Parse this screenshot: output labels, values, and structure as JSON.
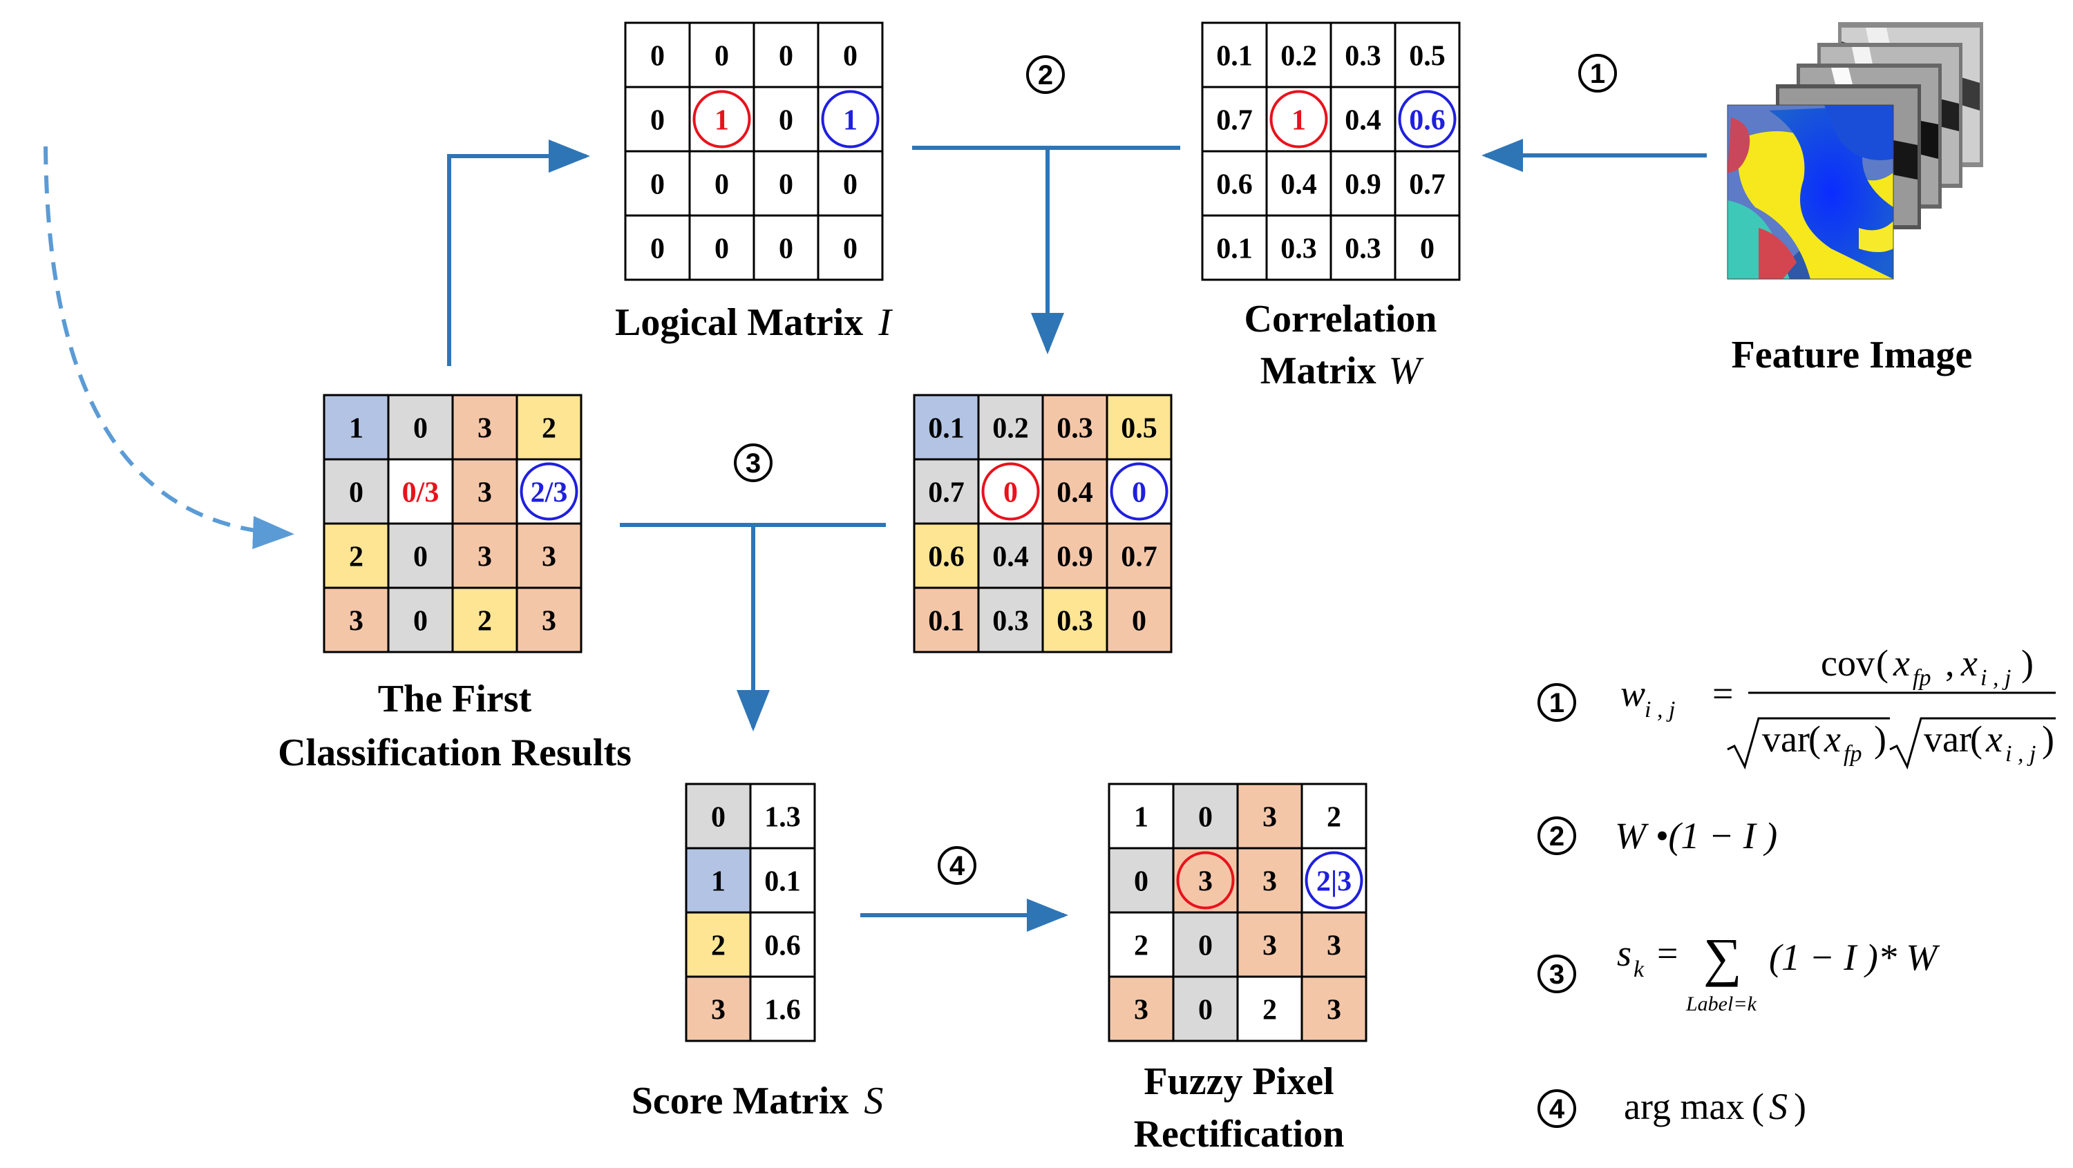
{
  "matrices": {
    "logical": {
      "values": [
        [
          "0",
          "0",
          "0",
          "0"
        ],
        [
          "0",
          "1",
          "0",
          "1"
        ],
        [
          "0",
          "0",
          "0",
          "0"
        ],
        [
          "0",
          "0",
          "0",
          "0"
        ]
      ],
      "label": "Logical Matrix",
      "symbol": "I"
    },
    "correlation": {
      "values": [
        [
          "0.1",
          "0.2",
          "0.3",
          "0.5"
        ],
        [
          "0.7",
          "1",
          "0.4",
          "0.6"
        ],
        [
          "0.6",
          "0.4",
          "0.9",
          "0.7"
        ],
        [
          "0.1",
          "0.3",
          "0.3",
          "0"
        ]
      ],
      "label_line1": "Correlation",
      "label_line2": "Matrix",
      "symbol": "W"
    },
    "first": {
      "values": [
        [
          "1",
          "0",
          "3",
          "2"
        ],
        [
          "0",
          "0/3",
          "3",
          "2/3"
        ],
        [
          "2",
          "0",
          "3",
          "3"
        ],
        [
          "3",
          "0",
          "2",
          "3"
        ]
      ],
      "label_line1": "The First",
      "label_line2": "Classification Results"
    },
    "masked": {
      "values": [
        [
          "0.1",
          "0.2",
          "0.3",
          "0.5"
        ],
        [
          "0.7",
          "0",
          "0.4",
          "0"
        ],
        [
          "0.6",
          "0.4",
          "0.9",
          "0.7"
        ],
        [
          "0.1",
          "0.3",
          "0.3",
          "0"
        ]
      ]
    },
    "score": {
      "labels": [
        "0",
        "1",
        "2",
        "3"
      ],
      "scores": [
        "1.3",
        "0.1",
        "0.6",
        "1.6"
      ],
      "label": "Score Matrix",
      "symbol": "S"
    },
    "fuzzy": {
      "values": [
        [
          "1",
          "0",
          "3",
          "2"
        ],
        [
          "0",
          "3",
          "3",
          "2|3"
        ],
        [
          "2",
          "0",
          "3",
          "3"
        ],
        [
          "3",
          "0",
          "2",
          "3"
        ]
      ],
      "label_line1": "Fuzzy Pixel",
      "label_line2": "Rectification"
    }
  },
  "feature_image": {
    "label": "Feature Image"
  },
  "steps": [
    "①",
    "②",
    "③",
    "④"
  ],
  "equations": {
    "eq1_lhs": "w",
    "eq1_lhs_sub": "i , j",
    "eq1_num": "cov",
    "eq1_den": "var",
    "eq1_x": "x",
    "eq1_sub_fp": "fp",
    "eq1_sub_ij": "i , j",
    "eq2": "W •(1 − I )",
    "eq3_lhs": "s",
    "eq3_lhs_sub": "k",
    "eq3_sum_sub": "Label=k",
    "eq3_rhs": "(1 − I )* W",
    "eq4_fn": "arg max",
    "eq4_arg": "S"
  },
  "colors": {
    "blue_label": "#b3c3e3",
    "gray_label": "#d9d9d9",
    "orange_label": "#f4c6a8",
    "yellow_label": "#fde594",
    "arrow": "#2e75b6",
    "dashed_arrow": "#5b9bd5",
    "red_circle": "#e8121c",
    "blue_circle": "#1f1fe0"
  }
}
